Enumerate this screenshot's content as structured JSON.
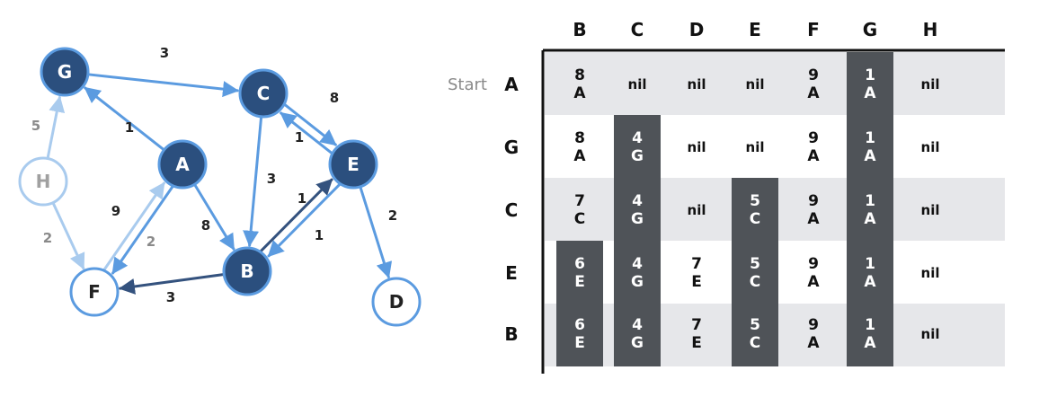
{
  "graph": {
    "nodes": [
      {
        "id": "G",
        "label": "G",
        "style": "dark"
      },
      {
        "id": "C",
        "label": "C",
        "style": "dark"
      },
      {
        "id": "A",
        "label": "A",
        "style": "dark"
      },
      {
        "id": "E",
        "label": "E",
        "style": "dark"
      },
      {
        "id": "B",
        "label": "B",
        "style": "dark"
      },
      {
        "id": "H",
        "label": "H",
        "style": "faint"
      },
      {
        "id": "F",
        "label": "F",
        "style": "outline"
      },
      {
        "id": "D",
        "label": "D",
        "style": "outline"
      }
    ],
    "edges": [
      {
        "from": "G",
        "to": "C",
        "weight": "3",
        "style": "medium"
      },
      {
        "from": "A",
        "to": "G",
        "weight": "1",
        "style": "medium"
      },
      {
        "from": "C",
        "to": "E",
        "weight": "1",
        "style": "medium"
      },
      {
        "from": "E",
        "to": "C",
        "weight": "8",
        "style": "medium"
      },
      {
        "from": "C",
        "to": "B",
        "weight": "3",
        "style": "medium"
      },
      {
        "from": "A",
        "to": "B",
        "weight": "8",
        "style": "medium"
      },
      {
        "from": "E",
        "to": "B",
        "weight": "1",
        "style": "medium"
      },
      {
        "from": "B",
        "to": "E",
        "weight": "1",
        "style": "dark"
      },
      {
        "from": "E",
        "to": "D",
        "weight": "2",
        "style": "medium"
      },
      {
        "from": "A",
        "to": "F",
        "weight": "9",
        "style": "medium"
      },
      {
        "from": "F",
        "to": "A",
        "weight": "2",
        "style": "light"
      },
      {
        "from": "B",
        "to": "F",
        "weight": "3",
        "style": "dark"
      },
      {
        "from": "H",
        "to": "G",
        "weight": "5",
        "style": "light"
      },
      {
        "from": "H",
        "to": "F",
        "weight": "2",
        "style": "light"
      }
    ]
  },
  "table": {
    "columns": [
      "B",
      "C",
      "D",
      "E",
      "F",
      "G",
      "H"
    ],
    "start_label": "Start",
    "rows": [
      {
        "label": "A",
        "cells": [
          [
            "8",
            "A"
          ],
          [
            "nil"
          ],
          [
            "nil"
          ],
          [
            "nil"
          ],
          [
            "9",
            "A"
          ],
          [
            "1",
            "A"
          ],
          [
            "nil"
          ]
        ]
      },
      {
        "label": "G",
        "cells": [
          [
            "8",
            "A"
          ],
          [
            "4",
            "G"
          ],
          [
            "nil"
          ],
          [
            "nil"
          ],
          [
            "9",
            "A"
          ],
          [
            "1",
            "A"
          ],
          [
            "nil"
          ]
        ]
      },
      {
        "label": "C",
        "cells": [
          [
            "7",
            "C"
          ],
          [
            "4",
            "G"
          ],
          [
            "nil"
          ],
          [
            "5",
            "C"
          ],
          [
            "9",
            "A"
          ],
          [
            "1",
            "A"
          ],
          [
            "nil"
          ]
        ]
      },
      {
        "label": "E",
        "cells": [
          [
            "6",
            "E"
          ],
          [
            "4",
            "G"
          ],
          [
            "7",
            "E"
          ],
          [
            "5",
            "C"
          ],
          [
            "9",
            "A"
          ],
          [
            "1",
            "A"
          ],
          [
            "nil"
          ]
        ]
      },
      {
        "label": "B",
        "cells": [
          [
            "6",
            "E"
          ],
          [
            "4",
            "G"
          ],
          [
            "7",
            "E"
          ],
          [
            "5",
            "C"
          ],
          [
            "9",
            "A"
          ],
          [
            "1",
            "A"
          ],
          [
            "nil"
          ]
        ]
      }
    ],
    "finalized": [
      {
        "row": 0,
        "col": 5
      },
      {
        "row": 1,
        "col": 1
      },
      {
        "row": 1,
        "col": 5
      },
      {
        "row": 2,
        "col": 1
      },
      {
        "row": 2,
        "col": 3
      },
      {
        "row": 2,
        "col": 5
      },
      {
        "row": 3,
        "col": 0
      },
      {
        "row": 3,
        "col": 1
      },
      {
        "row": 3,
        "col": 3
      },
      {
        "row": 3,
        "col": 5
      },
      {
        "row": 4,
        "col": 0
      },
      {
        "row": 4,
        "col": 1
      },
      {
        "row": 4,
        "col": 3
      },
      {
        "row": 4,
        "col": 5
      }
    ]
  },
  "colors": {
    "dark_node": "#2b4f7e",
    "medium_edge": "#5b9be0",
    "light_edge": "#a9cbee",
    "dark_edge": "#34527e",
    "outline_node": "#5b9be0",
    "faint_node": "#a9cbee",
    "row_band": "#e6e7ea",
    "final_cell": "#4f5358"
  }
}
